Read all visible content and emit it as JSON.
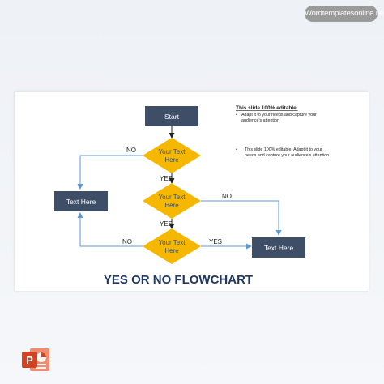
{
  "watermark": "Wordtemplatesonline.net",
  "slide": {
    "title": "YES OR NO FLOWCHART",
    "note_heading": "This slide 100% editable.",
    "note_bullet_1_line1": "Adapt it to your needs and capture your",
    "note_bullet_1_line2": "audience's attention",
    "note_bullet_2_line1": "This slide 100% editable. Adapt it to your",
    "note_bullet_2_line2": "needs and capture your audience's attention",
    "start_label": "Start",
    "decision_1_line1": "Your Text",
    "decision_1_line2": "Here",
    "decision_2_line1": "Your Text",
    "decision_2_line2": "Here",
    "decision_3_line1": "Your Text",
    "decision_3_line2": "Here",
    "left_box_label": "Text Here",
    "right_box_label": "Text Here",
    "label_no_1": "NO",
    "label_yes_1": "YES",
    "label_no_2": "NO",
    "label_yes_2": "YES",
    "label_no_3": "NO",
    "label_yes_3": "YES"
  },
  "colors": {
    "box": "#3d4e66",
    "diamond": "#f5b700",
    "connector": "#5b9bd5",
    "title": "#1f3864",
    "ppt_icon": "#d04423"
  },
  "icons": {
    "app": "powerpoint-icon"
  }
}
